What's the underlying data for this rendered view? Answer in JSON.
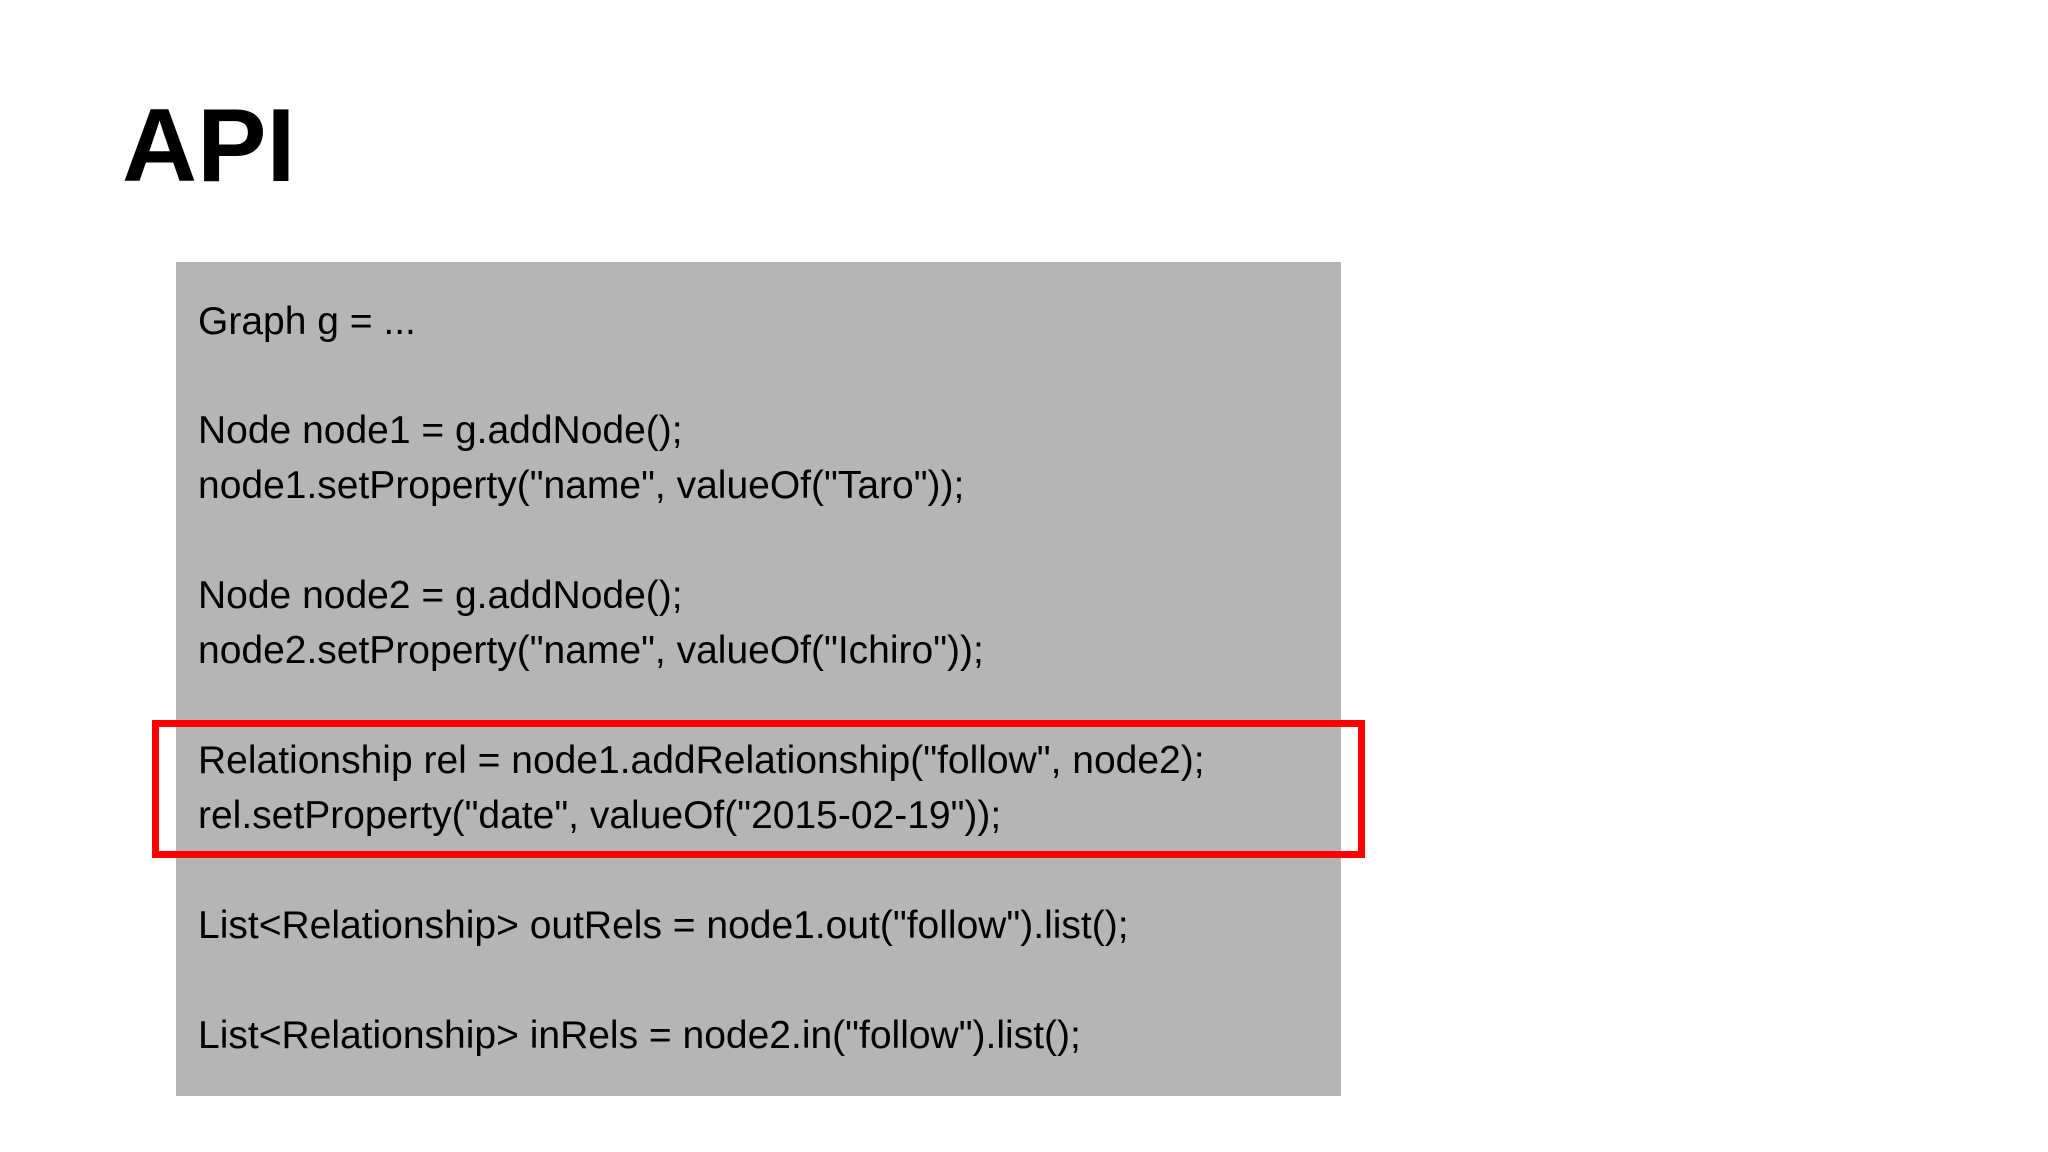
{
  "slide": {
    "title": "API",
    "code_lines": [
      "Graph g = ...",
      "Node node1 = g.addNode();",
      "node1.setProperty(\"name\", valueOf(\"Taro\"));",
      "Node node2 = g.addNode();",
      "node2.setProperty(\"name\", valueOf(\"Ichiro\"));",
      "Relationship rel = node1.addRelationship(\"follow\", node2);",
      "rel.setProperty(\"date\", valueOf(\"2015-02-19\"));",
      "List<Relationship> outRels = node1.out(\"follow\").list();",
      "List<Relationship> inRels = node2.in(\"follow\").list();"
    ]
  },
  "colors": {
    "code_background": "#b5b5b5",
    "highlight_border": "#ff0000",
    "text": "#000000",
    "page_background": "#ffffff"
  }
}
